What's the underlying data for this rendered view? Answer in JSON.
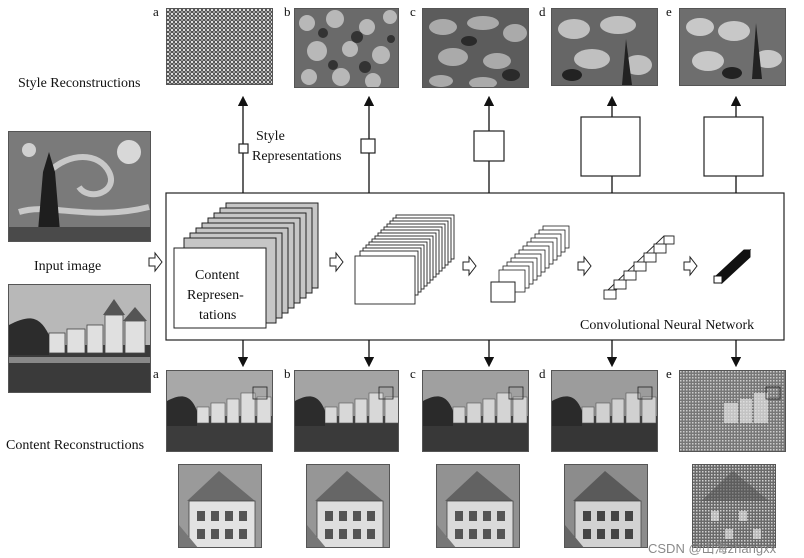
{
  "labels": {
    "style_reconstructions": "Style Reconstructions",
    "content_reconstructions": "Content Reconstructions",
    "input_image": "Input image",
    "style_representations_1": "Style",
    "style_representations_2": "Representations",
    "cnn": "Convolutional Neural Network",
    "content_rep_1": "Content",
    "content_rep_2": "Represen-",
    "content_rep_3": "tations"
  },
  "letters": [
    "a",
    "b",
    "c",
    "d",
    "e"
  ],
  "watermark": "CSDN @山海zhangxx"
}
